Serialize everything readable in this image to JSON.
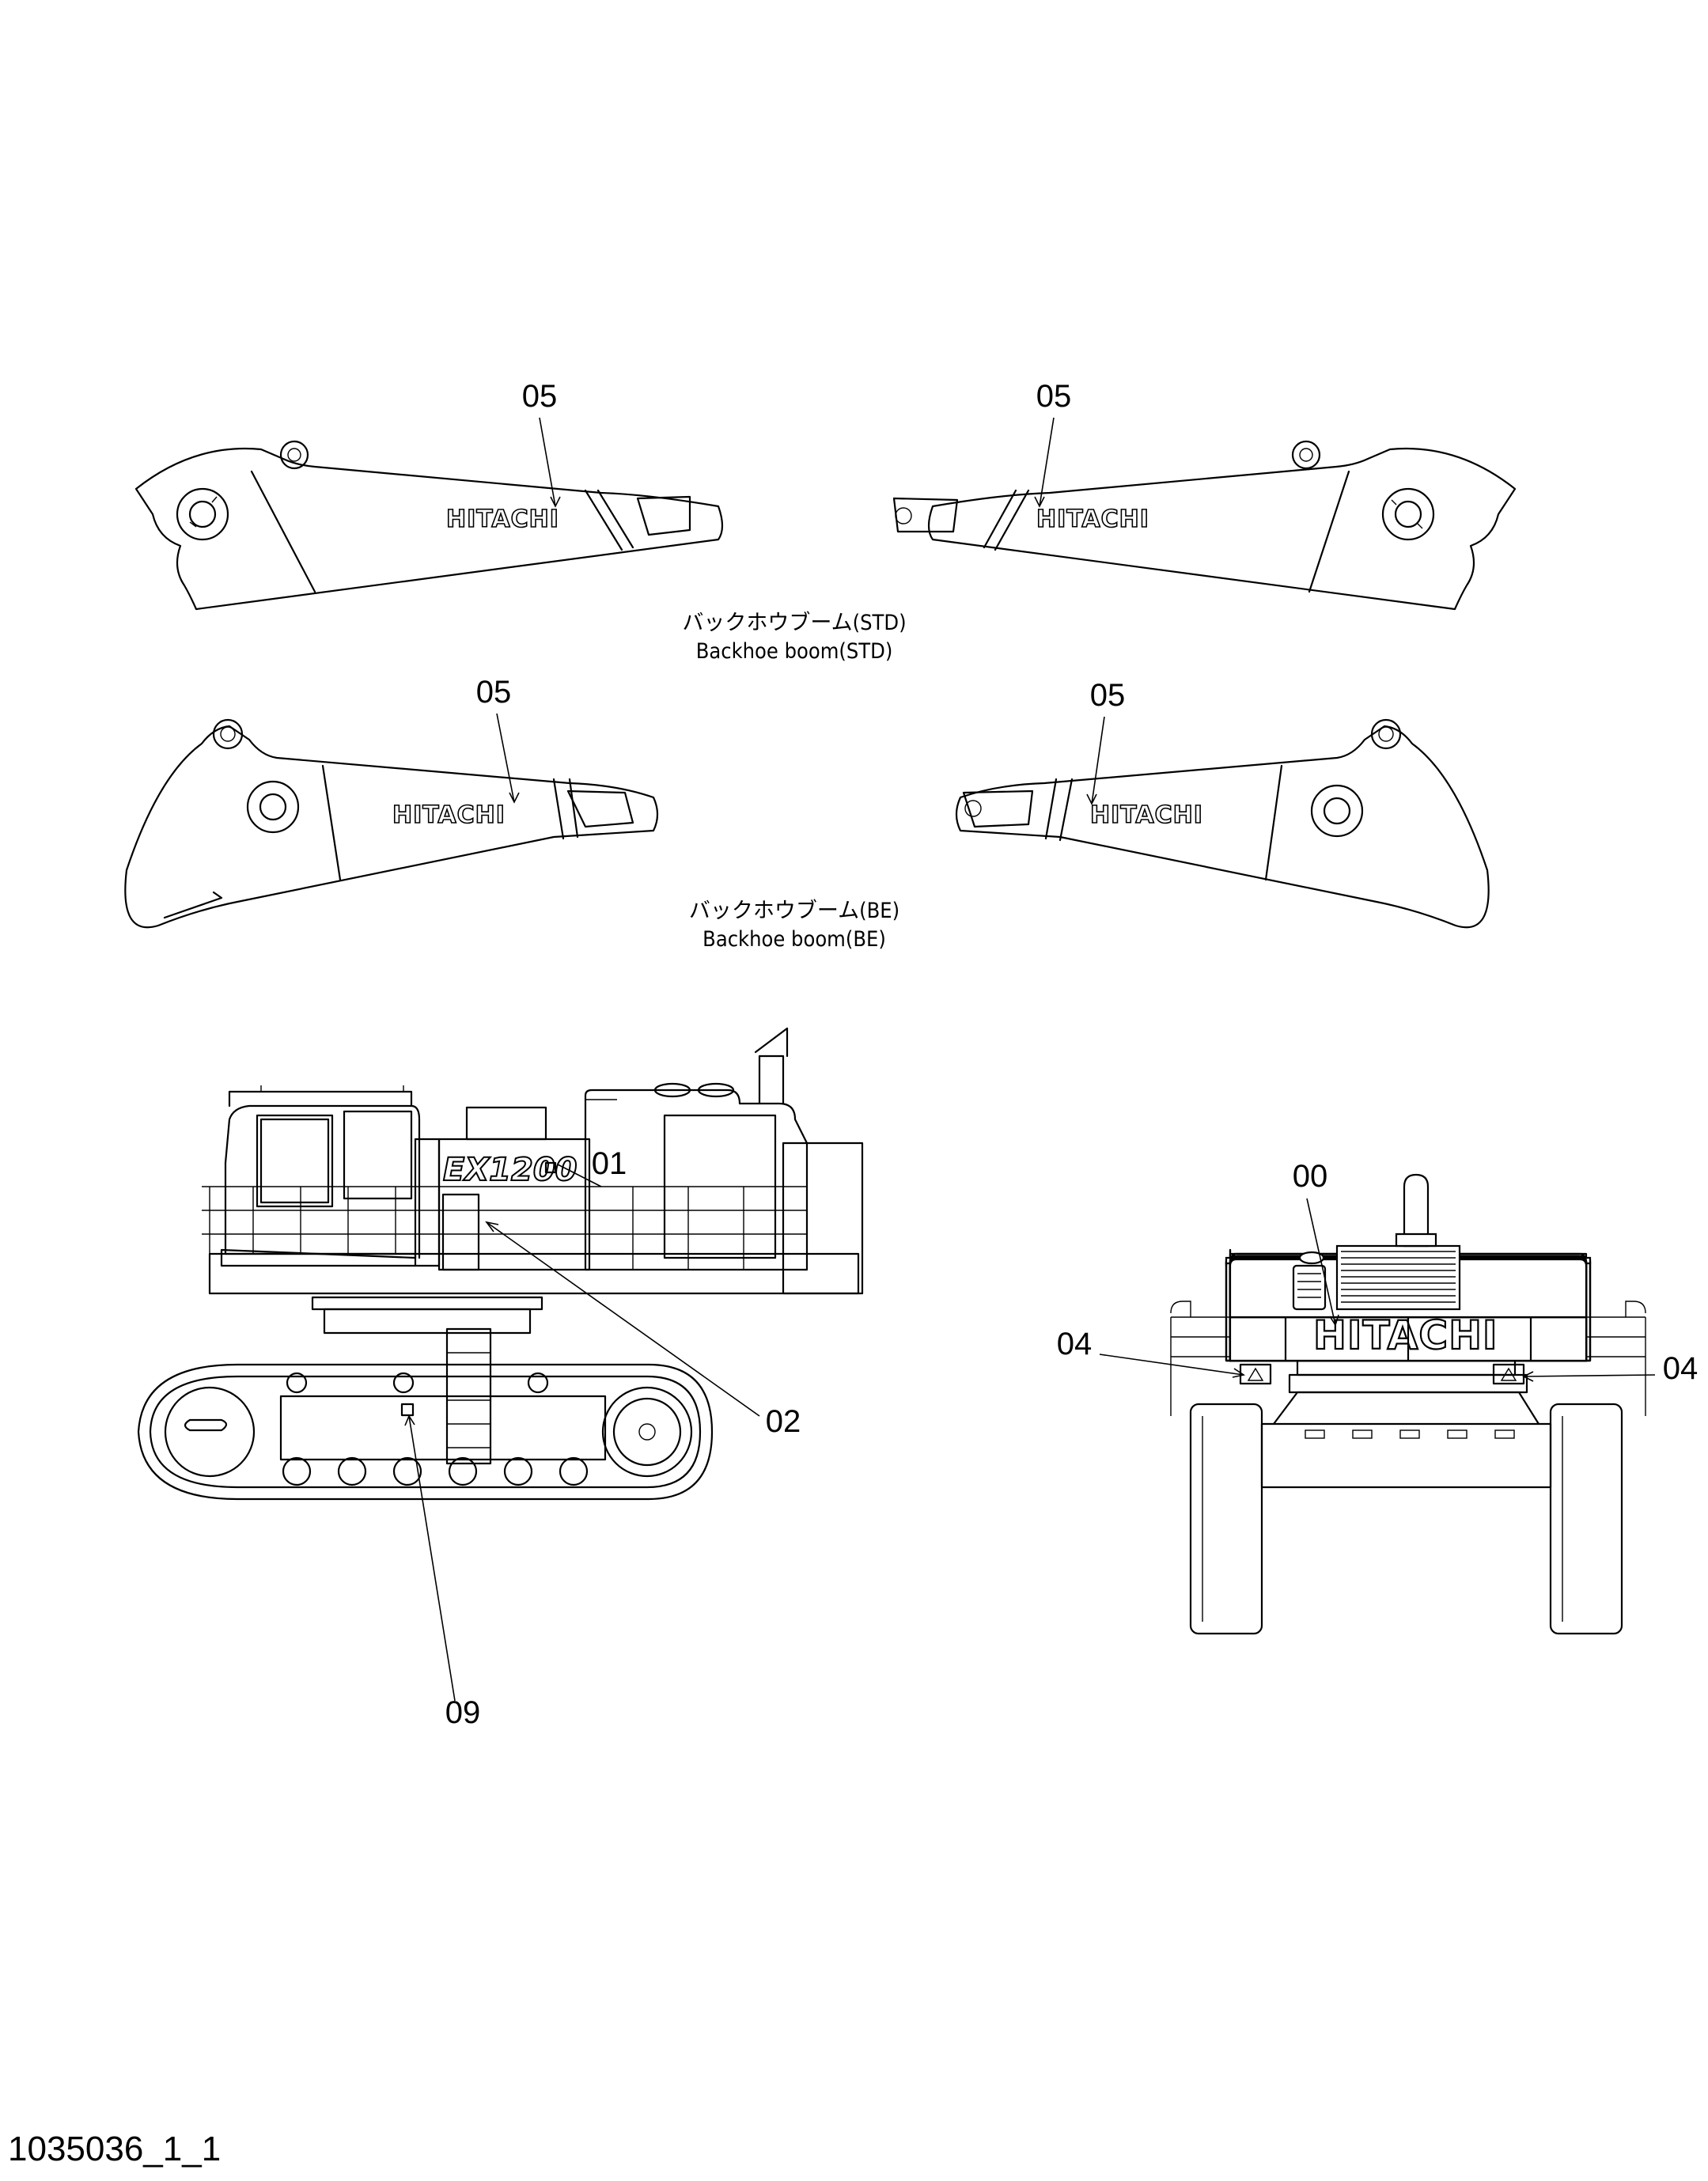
{
  "doc_id": "1035036_1_1",
  "logo_text": "HITACHI",
  "model_text": "EX1200",
  "captions": {
    "std_jp": "バックホウブーム(STD)",
    "std_en": "Backhoe boom(STD)",
    "be_jp": "バックホウブーム(BE)",
    "be_en": "Backhoe boom(BE)"
  },
  "callouts": {
    "std_left": "05",
    "std_right": "05",
    "be_left": "05",
    "be_right": "05",
    "side_01": "01",
    "side_02": "02",
    "side_09": "09",
    "rear_00": "00",
    "rear_04_left": "04",
    "rear_04_right": "04"
  }
}
